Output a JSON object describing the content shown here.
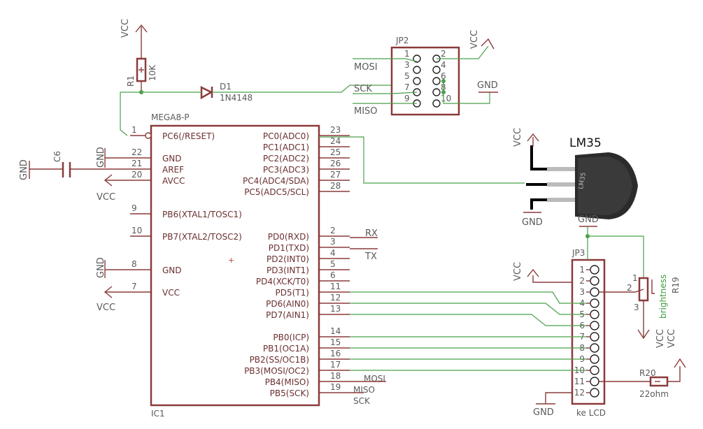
{
  "parts": {
    "mcu": {
      "name": "MEGA8-P",
      "ref": "IC1"
    },
    "r1": {
      "ref": "R1",
      "value": "10K"
    },
    "d1": {
      "ref": "D1",
      "value": "1N4148"
    },
    "c6": {
      "ref": "C6"
    },
    "jp2": {
      "ref": "JP2"
    },
    "jp3": {
      "ref": "JP3",
      "value": "ke LCD"
    },
    "r19": {
      "ref": "R19",
      "value": "brightness"
    },
    "r20": {
      "ref": "R20",
      "value": "22ohm"
    },
    "sensor": {
      "label": "LM35"
    }
  },
  "mcu_left_pins": [
    {
      "num": "1",
      "name": "PC6(/RESET)"
    },
    {
      "num": "22",
      "name": "GND"
    },
    {
      "num": "21",
      "name": "AREF"
    },
    {
      "num": "20",
      "name": "AVCC"
    },
    {
      "num": "9",
      "name": "PB6(XTAL1/TOSC1)"
    },
    {
      "num": "10",
      "name": "PB7(XTAL2/TOSC2)"
    },
    {
      "num": "8",
      "name": "GND"
    },
    {
      "num": "7",
      "name": "VCC"
    }
  ],
  "mcu_right_pins": [
    {
      "num": "23",
      "name": "PC0(ADC0)"
    },
    {
      "num": "24",
      "name": "PC1(ADC1)"
    },
    {
      "num": "25",
      "name": "PC2(ADC2)"
    },
    {
      "num": "26",
      "name": "PC3(ADC3)"
    },
    {
      "num": "27",
      "name": "PC4(ADC4/SDA)"
    },
    {
      "num": "28",
      "name": "PC5(ADC5/SCL)"
    },
    {
      "num": "2",
      "name": "PD0(RXD)"
    },
    {
      "num": "3",
      "name": "PD1(TXD)"
    },
    {
      "num": "4",
      "name": "PD2(INT0)"
    },
    {
      "num": "5",
      "name": "PD3(INT1)"
    },
    {
      "num": "6",
      "name": "PD4(XCK/T0)"
    },
    {
      "num": "11",
      "name": "PD5(T1)"
    },
    {
      "num": "12",
      "name": "PD6(AIN0)"
    },
    {
      "num": "13",
      "name": "PD7(AIN1)"
    },
    {
      "num": "14",
      "name": "PB0(ICP)"
    },
    {
      "num": "15",
      "name": "PB1(OC1A)"
    },
    {
      "num": "16",
      "name": "PB2(SS/OC1B)"
    },
    {
      "num": "17",
      "name": "PB3(MOSI/OC2)"
    },
    {
      "num": "18",
      "name": "PB4(MISO)"
    },
    {
      "num": "19",
      "name": "PB5(SCK)"
    }
  ],
  "jp2_pins": [
    "1",
    "2",
    "3",
    "4",
    "5",
    "6",
    "7",
    "8",
    "9",
    "10"
  ],
  "jp3_pins": [
    "1",
    "2",
    "3",
    "4",
    "5",
    "6",
    "7",
    "8",
    "9",
    "10",
    "11",
    "12"
  ],
  "r19_pins": [
    "1",
    "2",
    "3"
  ],
  "nets": {
    "vcc": "VCC",
    "gnd": "GND",
    "mosi": "MOSI",
    "miso": "MISO",
    "sck": "SCK",
    "rx": "RX",
    "tx": "TX"
  },
  "colors": {
    "symbol": "#8b3a3a",
    "wire": "#4aa04a",
    "text": "#5a5a5a"
  }
}
